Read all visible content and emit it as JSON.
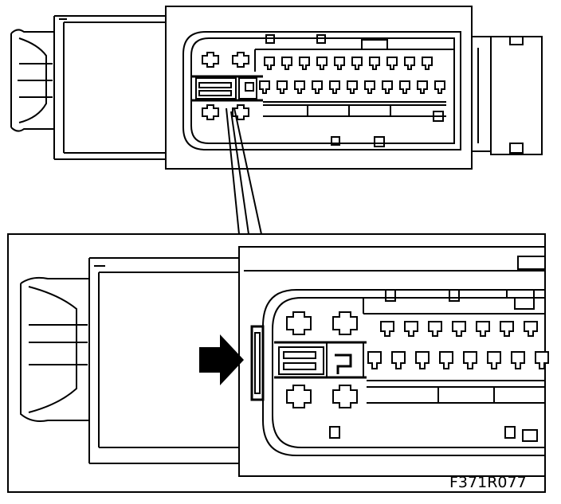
{
  "figure": {
    "reference_code": "F371R077",
    "colors": {
      "ink": "#000000",
      "paper": "#ffffff"
    },
    "overview": {
      "connector": "multi-pin-connector",
      "upper_pin_row_count": 10,
      "middle_pin_row_count": 11
    },
    "detail": {
      "callout": "magnified-latch-view",
      "arrow": "push-direction-arrow"
    }
  }
}
